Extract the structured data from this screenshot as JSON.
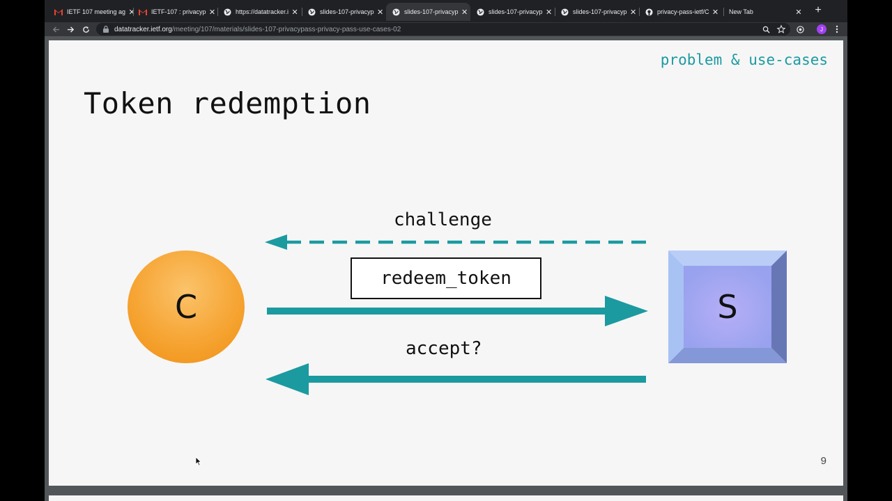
{
  "browser": {
    "tabs": [
      {
        "title": "IETF 107 meeting ag",
        "icon": "gmail-icon",
        "active": false
      },
      {
        "title": "IETF-107 : privacyp",
        "icon": "gmail-icon",
        "active": false
      },
      {
        "title": "https://datatracker.i",
        "icon": "globe-icon",
        "active": false
      },
      {
        "title": "slides-107-privacyp",
        "icon": "globe-icon",
        "active": false
      },
      {
        "title": "slides-107-privacyp",
        "icon": "globe-icon",
        "active": true
      },
      {
        "title": "slides-107-privacyp",
        "icon": "globe-icon",
        "active": false
      },
      {
        "title": "slides-107-privacyp",
        "icon": "globe-icon",
        "active": false
      },
      {
        "title": "privacy-pass-ietf/C",
        "icon": "github-icon",
        "active": false
      },
      {
        "title": "New Tab",
        "icon": "none",
        "active": false
      }
    ],
    "new_tab_symbol": "+",
    "url_host": "datatracker.ietf.org",
    "url_path": "/meeting/107/materials/slides-107-privacypass-privacy-pass-use-cases-02",
    "avatar_initial": "J",
    "colors": {
      "tab_strip": "#202124",
      "toolbar": "#35363a",
      "avatar": "#a142f4"
    }
  },
  "slide": {
    "section_label": "problem & use-cases",
    "title": "Token redemption",
    "page_number": "9",
    "client_label": "C",
    "server_label": "S",
    "messages": {
      "challenge": "challenge",
      "redeem": "redeem_token",
      "accept": "accept?"
    },
    "colors": {
      "accent": "#1b9aa0",
      "client_fill": "#f6a534",
      "server_fill": "#a3a8f0"
    }
  }
}
